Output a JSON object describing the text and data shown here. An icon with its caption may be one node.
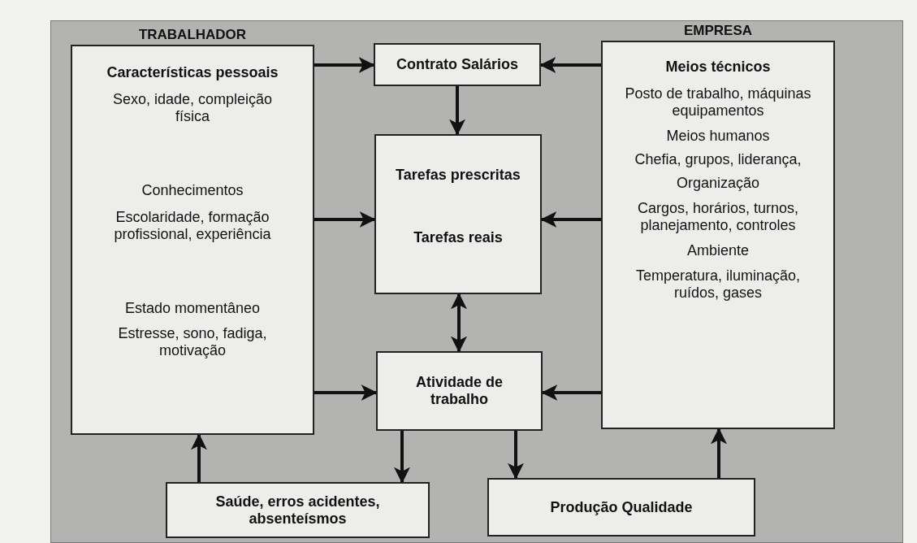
{
  "diagram": {
    "nodes": [
      {
        "text": [
          "TRABALHADOR",
          "Características pessoais",
          "Sexo, idade, compleição física",
          "Conhecimentos",
          "Escolaridade, formação profissional, experiência",
          "Estado momentâneo",
          "Estresse, sono, fadiga, motivação"
        ]
      },
      {
        "text": [
          "Contrato Salários"
        ]
      },
      {
        "text": [
          "EMPRESA",
          "Meios técnicos",
          "Posto de trabalho, máquinas equipamentos",
          "Meios humanos",
          "Chefia, grupos, liderança,",
          "Organização",
          "Cargos, horários, turnos, planejamento, controles",
          "Ambiente",
          "Temperatura, iluminação, ruídos, gases"
        ]
      },
      {
        "text": [
          "Tarefas prescritas",
          "Tarefas reais"
        ]
      },
      {
        "text": [
          "Atividade de trabalho"
        ]
      },
      {
        "text": [
          "Saúde, erros acidentes, absenteísmos"
        ]
      },
      {
        "text": [
          "Produção Qualidade"
        ]
      }
    ],
    "edges": [
      {
        "from": 0,
        "to": 1,
        "arrow": "to"
      },
      {
        "from": 0,
        "to": 3,
        "arrow": "to"
      },
      {
        "from": 0,
        "to": 4,
        "arrow": "to"
      },
      {
        "from": 2,
        "to": 1,
        "arrow": "to"
      },
      {
        "from": 2,
        "to": 3,
        "arrow": "to"
      },
      {
        "from": 2,
        "to": 4,
        "arrow": "to"
      },
      {
        "from": 1,
        "to": 3,
        "arrow": "to"
      },
      {
        "from": 3,
        "to": 4,
        "arrow": "both"
      },
      {
        "from": 4,
        "to": 5,
        "arrow": "to"
      },
      {
        "from": 4,
        "to": 6,
        "arrow": "to"
      },
      {
        "from": 5,
        "to": 0,
        "arrow": "to"
      },
      {
        "from": 6,
        "to": 2,
        "arrow": "to"
      }
    ]
  }
}
